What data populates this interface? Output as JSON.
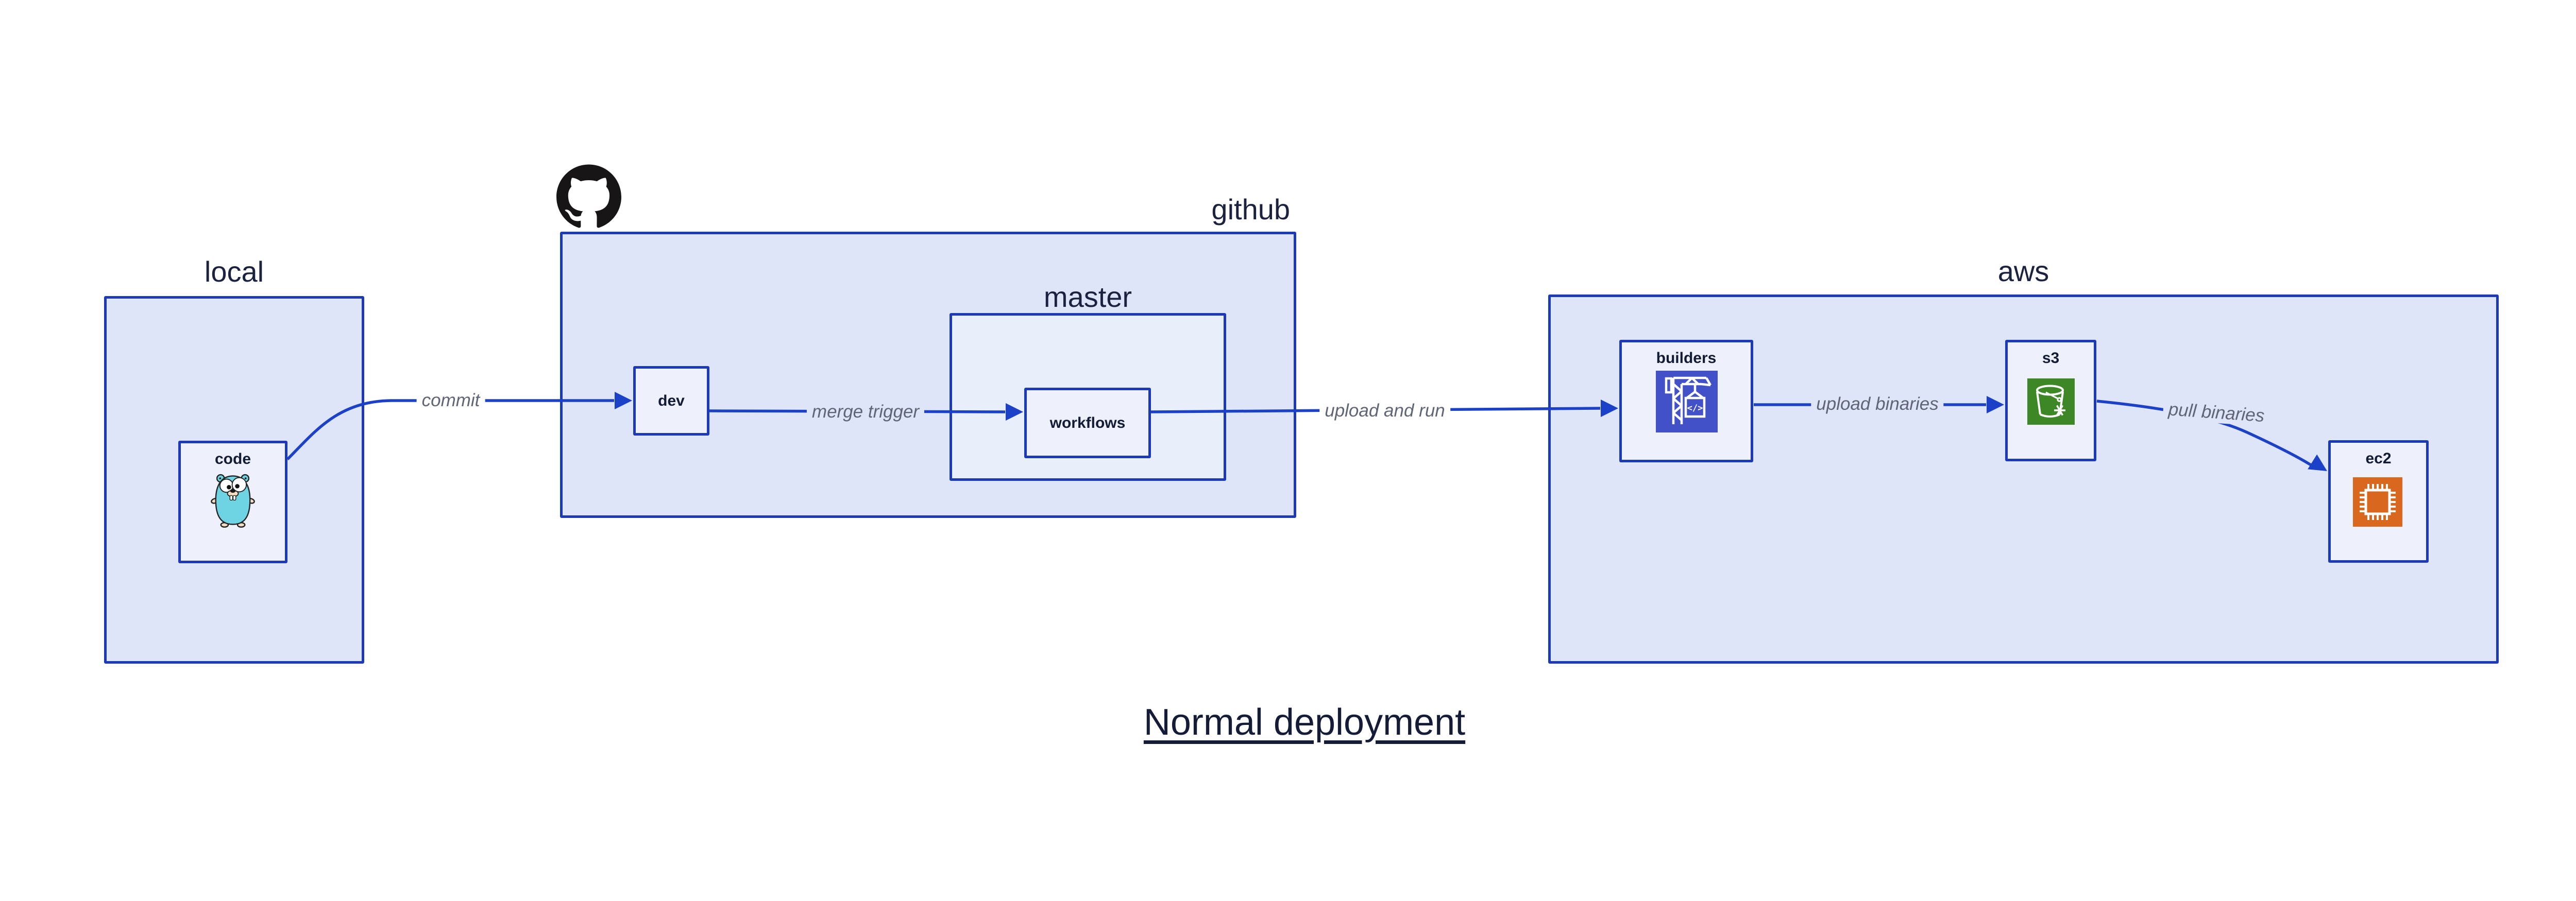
{
  "title": {
    "text": "Normal deployment"
  },
  "groups": {
    "local": {
      "label": "local"
    },
    "github": {
      "label": "github"
    },
    "master": {
      "label": "master"
    },
    "aws": {
      "label": "aws"
    }
  },
  "nodes": {
    "code": {
      "label": "code",
      "icon": "go-gopher-icon"
    },
    "dev": {
      "label": "dev"
    },
    "workflows": {
      "label": "workflows"
    },
    "builders": {
      "label": "builders",
      "icon": "codebuild-crane-icon",
      "icon_bg": "#4351c8"
    },
    "s3": {
      "label": "s3",
      "icon": "s3-bucket-icon",
      "icon_bg": "#3d8727"
    },
    "ec2": {
      "label": "ec2",
      "icon": "cpu-chip-icon",
      "icon_bg": "#d9671d"
    }
  },
  "edges": [
    {
      "from": "code",
      "to": "dev",
      "label": "commit"
    },
    {
      "from": "dev",
      "to": "workflows",
      "label": "merge trigger"
    },
    {
      "from": "workflows",
      "to": "builders",
      "label": "upload and run"
    },
    {
      "from": "builders",
      "to": "s3",
      "label": "upload binaries"
    },
    {
      "from": "s3",
      "to": "ec2",
      "label": "pull binaries"
    }
  ],
  "icons": {
    "logo": "github-octocat-icon",
    "codebuild_code_text": "</>"
  },
  "colors": {
    "background": "#ffffff",
    "box_border": "#1c3ab8",
    "arrow": "#1b41c8",
    "group_fill": "#dfe5f9",
    "node_fill": "#eef1fc",
    "heading_text": "#1a2240",
    "node_label_text": "#131c36",
    "edge_label_text": "#5f6575",
    "title_text": "#141c38",
    "codebuild_icon_bg": "#4351c8",
    "s3_icon_bg": "#3d8727",
    "ec2_icon_bg": "#d9671d",
    "gopher_body": "#6ed3e2",
    "octocat": "#171515"
  }
}
